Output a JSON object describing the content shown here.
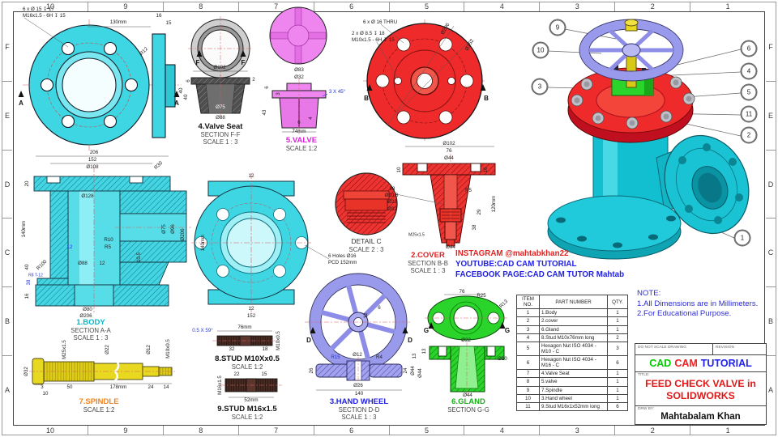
{
  "sheet": {
    "columns": [
      "10",
      "9",
      "8",
      "7",
      "6",
      "5",
      "4",
      "3",
      "2",
      "1"
    ],
    "rows": [
      "F",
      "E",
      "D",
      "C",
      "B",
      "A"
    ]
  },
  "palette": {
    "body_cyan": "#3fd6e4",
    "cover_red": "#ee2a2a",
    "valve_pink": "#ef86ef",
    "wheel_purple": "#9a9aec",
    "gland_green": "#2ad42a",
    "spindle_yellow": "#e8d820",
    "seat_gray": "#c9c9c9",
    "note_blue": "#2d2dd8"
  },
  "views": {
    "body_flange": {
      "callout1": "6 x Ø 15 ↧ 17",
      "callout2": "M16x1.5 - 6H ↧ 15",
      "dims": {
        "width": "130mm",
        "d16": "16",
        "d15": "15",
        "d40": "40",
        "r12": "R12"
      },
      "marker": "A"
    },
    "valve_seat": {
      "title": "4.Valve Seat",
      "section": "SECTION F-F",
      "scale": "SCALE 1 : 3",
      "marker": "F",
      "dims": {
        "d1": "Ø102",
        "d2": "40",
        "d3": "Ø75",
        "d4": "Ø88",
        "d5": "2",
        "d6": "6"
      }
    },
    "valve": {
      "title": "5.VALVE",
      "scale": "SCALE 1:2",
      "chamfer": "3 X 45°",
      "dims": {
        "d1": "Ø83",
        "d2": "Ø32",
        "d3": "6",
        "d4": "3",
        "d5": "43",
        "d6": "4",
        "d7": "6",
        "d8": "74mm"
      }
    },
    "cover_top": {
      "callout1": "6 x Ø 16 THRU",
      "callout2": "2 x Ø 8.5 ↧ 18",
      "callout3": "M10x1.5 - 6H ↧ 15",
      "dims": {
        "d1": "Ø206",
        "d2": "Ø152",
        "d3": "Ø102"
      },
      "marker": "B"
    },
    "body_section": {
      "title": "1.BODY",
      "section": "SECTION A-A",
      "scale": "SCALE 1 : 3",
      "dims": {
        "d206": "206",
        "d152": "152",
        "d108": "Ø108",
        "r30": "R30",
        "d20": "20",
        "d140": "140mm",
        "d40": "40",
        "d38": "38",
        "d16": "16",
        "d128": "Ø128",
        "r10": "R10",
        "r5": "R5",
        "d88": "Ø88",
        "d12": "12",
        "d12b": "12",
        "d80": "Ø80",
        "d206b": "Ø206",
        "d75": "Ø75",
        "d96": "Ø96",
        "d206c": "Ø206",
        "r100": "R100",
        "r8": "R8 T-12",
        "d105": "10.5"
      }
    },
    "body_front": {
      "note1": "6 Holes Ø16",
      "note2": "PCD 152mm",
      "dims": {
        "d1": "12",
        "d2": "140mm",
        "d3": "12",
        "d4": "152"
      }
    },
    "detail_c": {
      "title": "DETAIL C",
      "scale": "SCALE 2 : 3"
    },
    "cover_section": {
      "title": "2.COVER",
      "section": "SECTION B-B",
      "scale": "SCALE 1 : 3",
      "dims": {
        "d102": "Ø102",
        "d76": "76",
        "d44": "Ø44",
        "d10": "10",
        "d16": "16",
        "d120": "120mm",
        "r5": "R5",
        "d88": "88",
        "d108": "Ø10.8",
        "d22": "Ø22",
        "d32": "Ø32",
        "d29": "29",
        "d38": "38",
        "m25": "M25x1.5",
        "d44b": "Ø44"
      }
    },
    "hand_wheel": {
      "title": "3.HAND WHEEL",
      "section": "SECTION D-D",
      "scale": "SCALE 1 : 3",
      "marker": "D",
      "dims": {
        "r15": "R15",
        "d12": "Ø12",
        "r4": "R4",
        "d26": "26",
        "d24": "24",
        "d44": "Ø44",
        "d26b": "Ø26",
        "d140": "140",
        "d13": "13",
        "d6": "6",
        "d12b": "12"
      }
    },
    "gland": {
      "title": "6.GLAND",
      "section": "SECTION G-G",
      "marker": "G",
      "dims": {
        "d76": "76",
        "r25": "R25",
        "r13": "R13",
        "d22": "Ø22",
        "d13": "13",
        "d44": "Ø44",
        "d10": "Ø10",
        "d44b": "Ø44"
      }
    },
    "spindle": {
      "title": "7.SPINDLE",
      "scale": "SCALE 1:2",
      "dims": {
        "d32": "Ø32",
        "m25": "M25x1.5",
        "d22": "Ø22",
        "d12": "Ø12",
        "m10": "M10x0.5",
        "d3": "3",
        "d10": "10",
        "d50": "50",
        "d178": "178mm",
        "d24": "24",
        "d14": "14"
      }
    },
    "stud_m10": {
      "title": "8.STUD M10Xx0.5",
      "scale": "SCALE 1:2",
      "dims": {
        "chamfer": "0.5 X 59°",
        "d76": "76mm",
        "m10": "M10x0.5",
        "d32": "32",
        "d18": "18"
      }
    },
    "stud_m16": {
      "title": "9.STUD M16x1.5",
      "scale": "SCALE 1:2",
      "dims": {
        "d22": "22",
        "d15": "15",
        "m16": "M16x1.5",
        "d52": "52mm"
      }
    }
  },
  "assembly": {
    "balloons": [
      "9",
      "10",
      "3",
      "6",
      "4",
      "5",
      "11",
      "2",
      "1"
    ]
  },
  "social": {
    "instagram": "INSTAGRAM @mahtabkhan22",
    "youtube": "YOUTUBE:CAD CAM TUTORIAL",
    "facebook": "FACEBOOK PAGE:CAD CAM TUTOR Mahtab"
  },
  "notes": {
    "heading": "NOTE:",
    "line1": "1.All Dimensions are in Millimeters.",
    "line2": "2.For Educational Purpose."
  },
  "parts_table": {
    "headers": [
      "ITEM NO.",
      "PART NUMBER",
      "QTY."
    ],
    "rows": [
      [
        "1",
        "1.Body",
        "1"
      ],
      [
        "2",
        "2.cover",
        "1"
      ],
      [
        "3",
        "6.Gland",
        "1"
      ],
      [
        "4",
        "8.Stud M10x76mm long",
        "2"
      ],
      [
        "5",
        "Hexagon Nut ISO 4034 - M10 - C",
        "3"
      ],
      [
        "6",
        "Hexagon Nut ISO 4034 - M16 - C",
        "6"
      ],
      [
        "7",
        "4.Valve Seat",
        "1"
      ],
      [
        "8",
        "5.valve",
        "1"
      ],
      [
        "9",
        "7.Spindle",
        "1"
      ],
      [
        "10",
        "3.Hand wheel",
        "1"
      ],
      [
        "11",
        "9.Stud M16x1x52mm long",
        "6"
      ]
    ]
  },
  "title_block": {
    "no_scale": "DO NOT SCALE DRAWING",
    "revision": "REVISION",
    "brand": {
      "cad": "CAD",
      "cam": "CAM",
      "tutorial": "TUTORIAL"
    },
    "brand_colors": {
      "cad": "#00cc00",
      "cam": "#ee2222",
      "tutorial": "#2222ee"
    },
    "title_label": "TITLE:",
    "title_line1": "FEED CHECK VALVE in",
    "title_line2": "SOLIDWORKS",
    "drw_label": "DRW BY:",
    "drw_by": "Mahtabalam Khan"
  }
}
